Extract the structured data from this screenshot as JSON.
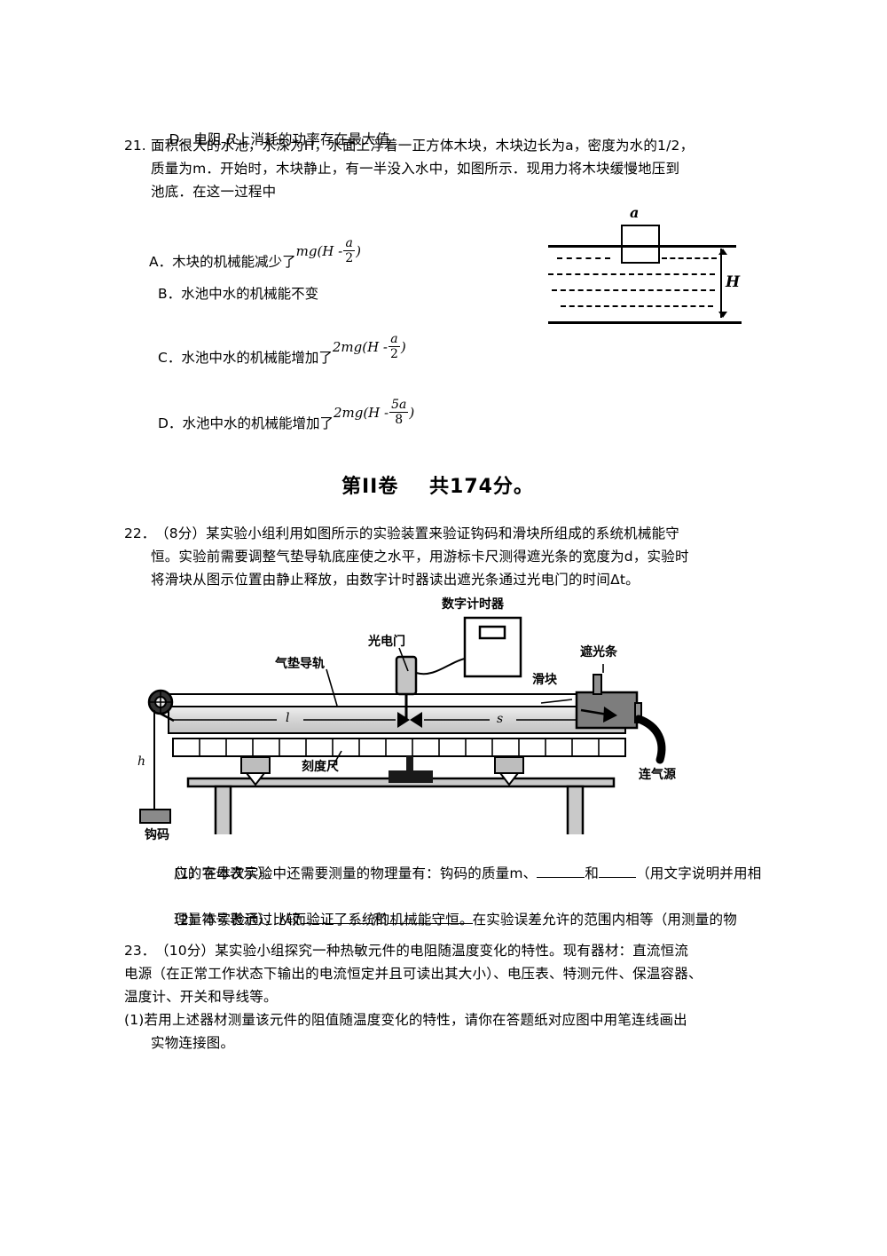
{
  "document": {
    "page_kind": "physics-exam-paper"
  },
  "q20": {
    "option_d": "D．电阻 R 上消耗的功率存在最大值",
    "option_d_letter": "D．",
    "option_d_pre": "电阻 ",
    "option_d_var": "R",
    "option_d_post": "上消耗的功率存在最大值"
  },
  "q21": {
    "number": "21.",
    "stem_line1": "面积很大的水池，水深为H，水面上浮着一正方体木块，木块边长为a，密度为水的1/2，",
    "stem_line2": "质量为m．开始时，木块静止，有一半没入水中，如图所示．现用力将木块缓慢地压到",
    "stem_line3": "池底．在这一过程中",
    "options": [
      {
        "letter": "A．",
        "text": "木块的机械能减少了",
        "formula": {
          "lead": "mg(H -",
          "numerator": "a",
          "denominator": "2",
          "tail": ")"
        }
      },
      {
        "letter": "B．",
        "text": "水池中水的机械能不变",
        "formula": null
      },
      {
        "letter": "C．",
        "text": "水池中水的机械能增加了",
        "formula": {
          "lead": "2mg(H -",
          "numerator": "a",
          "denominator": "2",
          "tail": ")"
        }
      },
      {
        "letter": "D．",
        "text": "水池中水的机械能增加了",
        "formula": {
          "lead": "2mg(H -",
          "numerator": "5a",
          "denominator": "8",
          "tail": ")"
        }
      }
    ],
    "figure": {
      "cube_label": "a",
      "depth_label": "H"
    }
  },
  "section_heading": "第II卷    共174分。",
  "q22": {
    "number": "22．",
    "stem_line1": "（8分）某实验小组利用如图所示的实验装置来验证钩码和滑块所组成的系统机械能守",
    "stem_line2": "恒。实验前需要调整气垫导轨底座使之水平，用游标卡尺测得遮光条的宽度为d，实验时",
    "stem_line3": "将滑块从图示位置由静止释放，由数字计时器读出遮光条通过光电门的时间Δt。",
    "figure_labels": {
      "air_track": "气垫导轨",
      "photogate": "光电门",
      "digital_timer": "数字计时器",
      "slider": "滑块",
      "light_strip": "遮光条",
      "air_source": "连气源",
      "ruler": "刻度尺",
      "weight": "钩码",
      "height_symbol": "h",
      "length_symbol": "l",
      "distance_symbol": "s"
    },
    "sub1": {
      "label": "（1）",
      "line1_a": "在本次实验中还需要测量的物理量有：钩码的质量m、",
      "line1_b": "和",
      "line1_c": "（用文字说明并用相",
      "line2": "应的字母表示）。"
    },
    "sub2": {
      "label": "（2）",
      "line1_a": "本实验通过比较",
      "line1_b": "和",
      "line1_c": "在实验误差允许的范围内相等（用测量的物",
      "line2": "理量符号表示），从而验证了系统的机械能守恒。"
    }
  },
  "q23": {
    "number": "23．",
    "stem_line1": "（10分）某实验小组探究一种热敏元件的电阻随温度变化的特性。现有器材：直流恒流",
    "stem_line2": "电源（在正常工作状态下输出的电流恒定并且可读出其大小）、电压表、特测元件、保温容器、",
    "stem_line3": "温度计、开关和导线等。",
    "sub1_line1": "(1)若用上述器材测量该元件的阻值随温度变化的特性，请你在答题纸对应图中用笔连线画出",
    "sub1_line2": "实物连接图。"
  },
  "colors": {
    "ink": "#000000",
    "paper": "#ffffff",
    "track_light": "#d8d8d8",
    "track_mid": "#bcbcbc",
    "slider_dark": "#7a7a7a",
    "weight_gray": "#8a8a8a"
  }
}
